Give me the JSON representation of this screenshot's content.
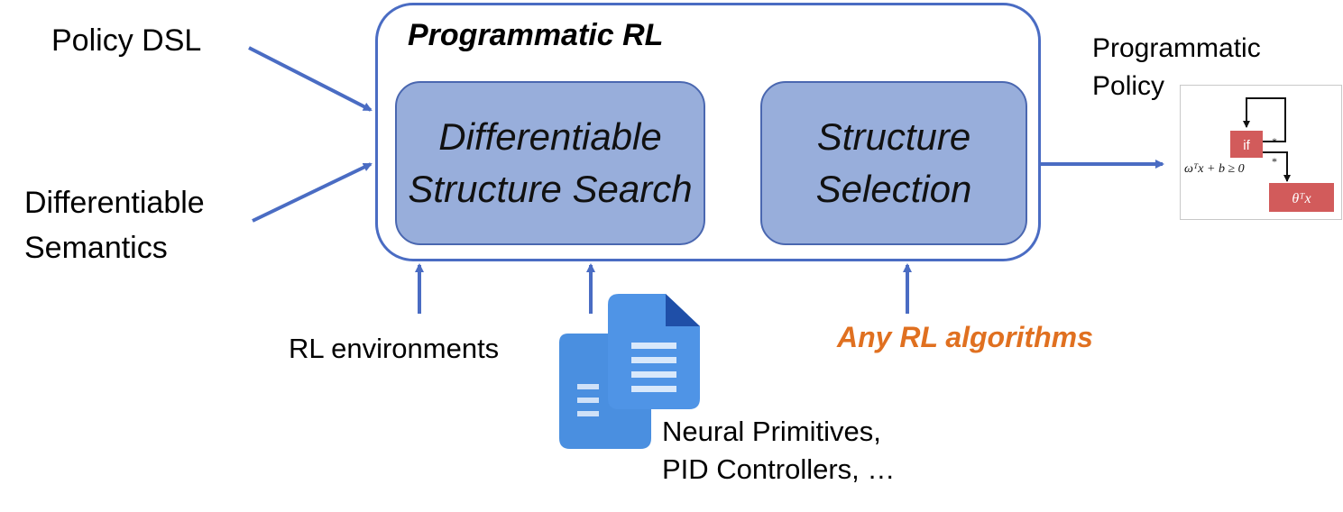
{
  "inputs": {
    "policy_dsl": "Policy DSL",
    "semantics_line1": "Differentiable",
    "semantics_line2": "Semantics"
  },
  "framework": {
    "title": "Programmatic RL",
    "stage1_line1": "Differentiable",
    "stage1_line2": "Structure Search",
    "stage2_line1": "Structure",
    "stage2_line2": "Selection"
  },
  "output": {
    "label_line1": "Programmatic",
    "label_line2": "Policy",
    "if_node": "if",
    "condition": "ωᵀx + b ≥ 0",
    "action": "θᵀx",
    "branch_mark": "*"
  },
  "bottom": {
    "rl_environments": "RL environments",
    "rl_algorithms": "Any RL algorithms",
    "primitives_line1": "Neural Primitives,",
    "primitives_line2": "PID Controllers, …"
  },
  "colors": {
    "accent": "#4a6cc3",
    "stage_fill": "#98aedb",
    "highlight": "#e07020",
    "doc_blue": "#4a8fe0",
    "node_red": "#d25b5b"
  }
}
